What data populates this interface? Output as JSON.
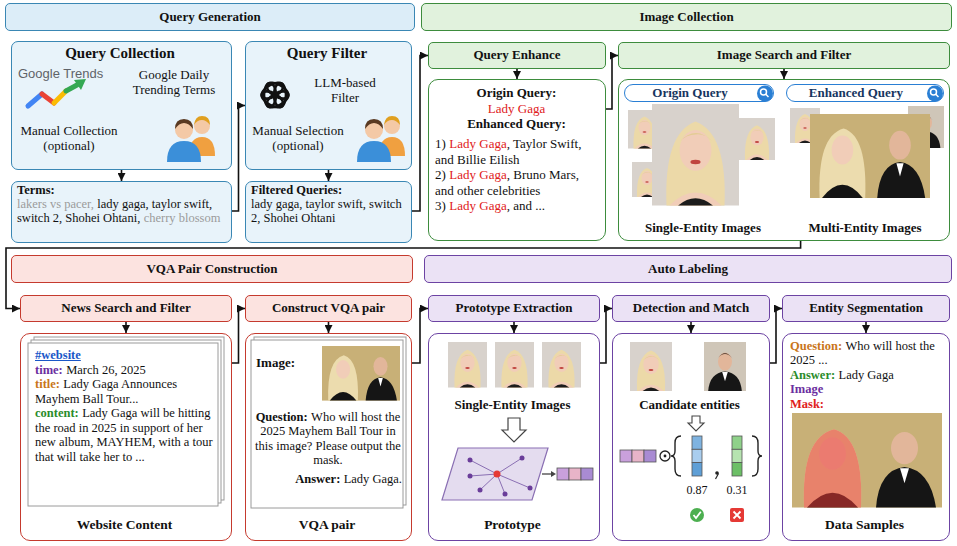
{
  "diagram": {
    "nodes": [
      {
        "text": [
          "Query Generation"
        ]
      },
      {
        "text": [
          "Image Collection"
        ]
      },
      {
        "text": [
          "Query Collection",
          "Google Trends",
          "Google Daily Trending Terms",
          "Manual Collection (optional)"
        ]
      },
      {
        "text": [
          "Terms:",
          "lakers vs pacer,",
          "lady gaga, taylor swift, switch 2, Shohei Ohtani,",
          "cherry blossom"
        ]
      },
      {
        "text": [
          "Query Filter",
          "LLM-based Filter",
          "Manual Selection (optional)"
        ]
      },
      {
        "text": [
          "Filtered Queries:",
          "lady gaga, taylor swift, switch 2, Shohei Ohtani"
        ]
      },
      {
        "text": [
          "Query Enhance"
        ]
      },
      {
        "text": [
          "Origin Query:",
          "Lady Gaga",
          "Enhanced Query:",
          "1)",
          "Lady Gaga",
          ", Taylor Swift, and Billie Eilish",
          "2)",
          "Lady Gaga",
          ", Bruno Mars, and other celebrities",
          "3)",
          "Lady Gaga",
          ", and ..."
        ]
      },
      {
        "text": [
          "Image Search and Filter"
        ]
      },
      {
        "text": [
          "Single-Entity Images",
          "Multi-Entity Images"
        ]
      },
      {
        "text": [
          "Origin Query"
        ],
        "in": 9
      },
      {
        "text": [
          "Enhanced Query"
        ],
        "in": 9
      },
      {
        "text": [
          "VQA Pair Construction"
        ]
      },
      {
        "text": [
          "Auto Labeling"
        ]
      },
      {
        "text": [
          "News Search and Filter"
        ]
      },
      {
        "text": [
          "#website",
          "time:",
          "March 26, 2025",
          "title:",
          "Lady Gaga Announces Mayhem Ball Tour...",
          "content:",
          "Lady Gaga will be hitting the road in 2025 in support of her new album, MAYHEM, with a tour that will take her to ...",
          "Website Content"
        ]
      },
      {
        "text": [
          "Construct VQA pair"
        ]
      },
      {
        "text": [
          "Image:",
          "Question:",
          "Who will host the 2025 Mayhem Ball Tour in this image? Please output the mask.",
          "Answer:",
          "Lady Gaga.",
          "VQA pair"
        ]
      },
      {
        "text": [
          "Prototype Extraction"
        ]
      },
      {
        "text": [
          "Single-Entity Images",
          "Prototype"
        ]
      },
      {
        "text": [
          "Detection and Match"
        ]
      },
      {
        "text": [
          "Candidate entities",
          "0.87",
          "0.31"
        ]
      },
      {
        "text": [
          "Entity Segmentation"
        ]
      },
      {
        "text": [
          "Question:",
          "Who will host the 2025 ...",
          "Answer:",
          "Lady Gaga",
          "Image",
          "Mask:",
          "Data Samples"
        ]
      }
    ],
    "edges": [
      {
        "from": 2,
        "to": 3,
        "arrow": "to"
      },
      {
        "from": 3,
        "to": 4,
        "arrow": "to"
      },
      {
        "from": 4,
        "to": 5,
        "arrow": "to"
      },
      {
        "from": 5,
        "to": 6,
        "arrow": "to"
      },
      {
        "from": 6,
        "to": 7,
        "arrow": "to"
      },
      {
        "from": 7,
        "to": 8,
        "arrow": "to"
      },
      {
        "from": 8,
        "to": 9,
        "arrow": "to"
      },
      {
        "from": 9,
        "to": 14,
        "arrow": "to"
      },
      {
        "from": 14,
        "to": 15,
        "arrow": "to"
      },
      {
        "from": 15,
        "to": 16,
        "arrow": "to"
      },
      {
        "from": 16,
        "to": 17,
        "arrow": "to"
      },
      {
        "from": 17,
        "to": 18,
        "arrow": "to"
      },
      {
        "from": 18,
        "to": 19,
        "arrow": "to"
      },
      {
        "from": 19,
        "to": 20,
        "arrow": "to"
      },
      {
        "from": 20,
        "to": 21,
        "arrow": "to"
      },
      {
        "from": 21,
        "to": 22,
        "arrow": "to"
      },
      {
        "from": 22,
        "to": 23,
        "arrow": "to"
      }
    ]
  }
}
